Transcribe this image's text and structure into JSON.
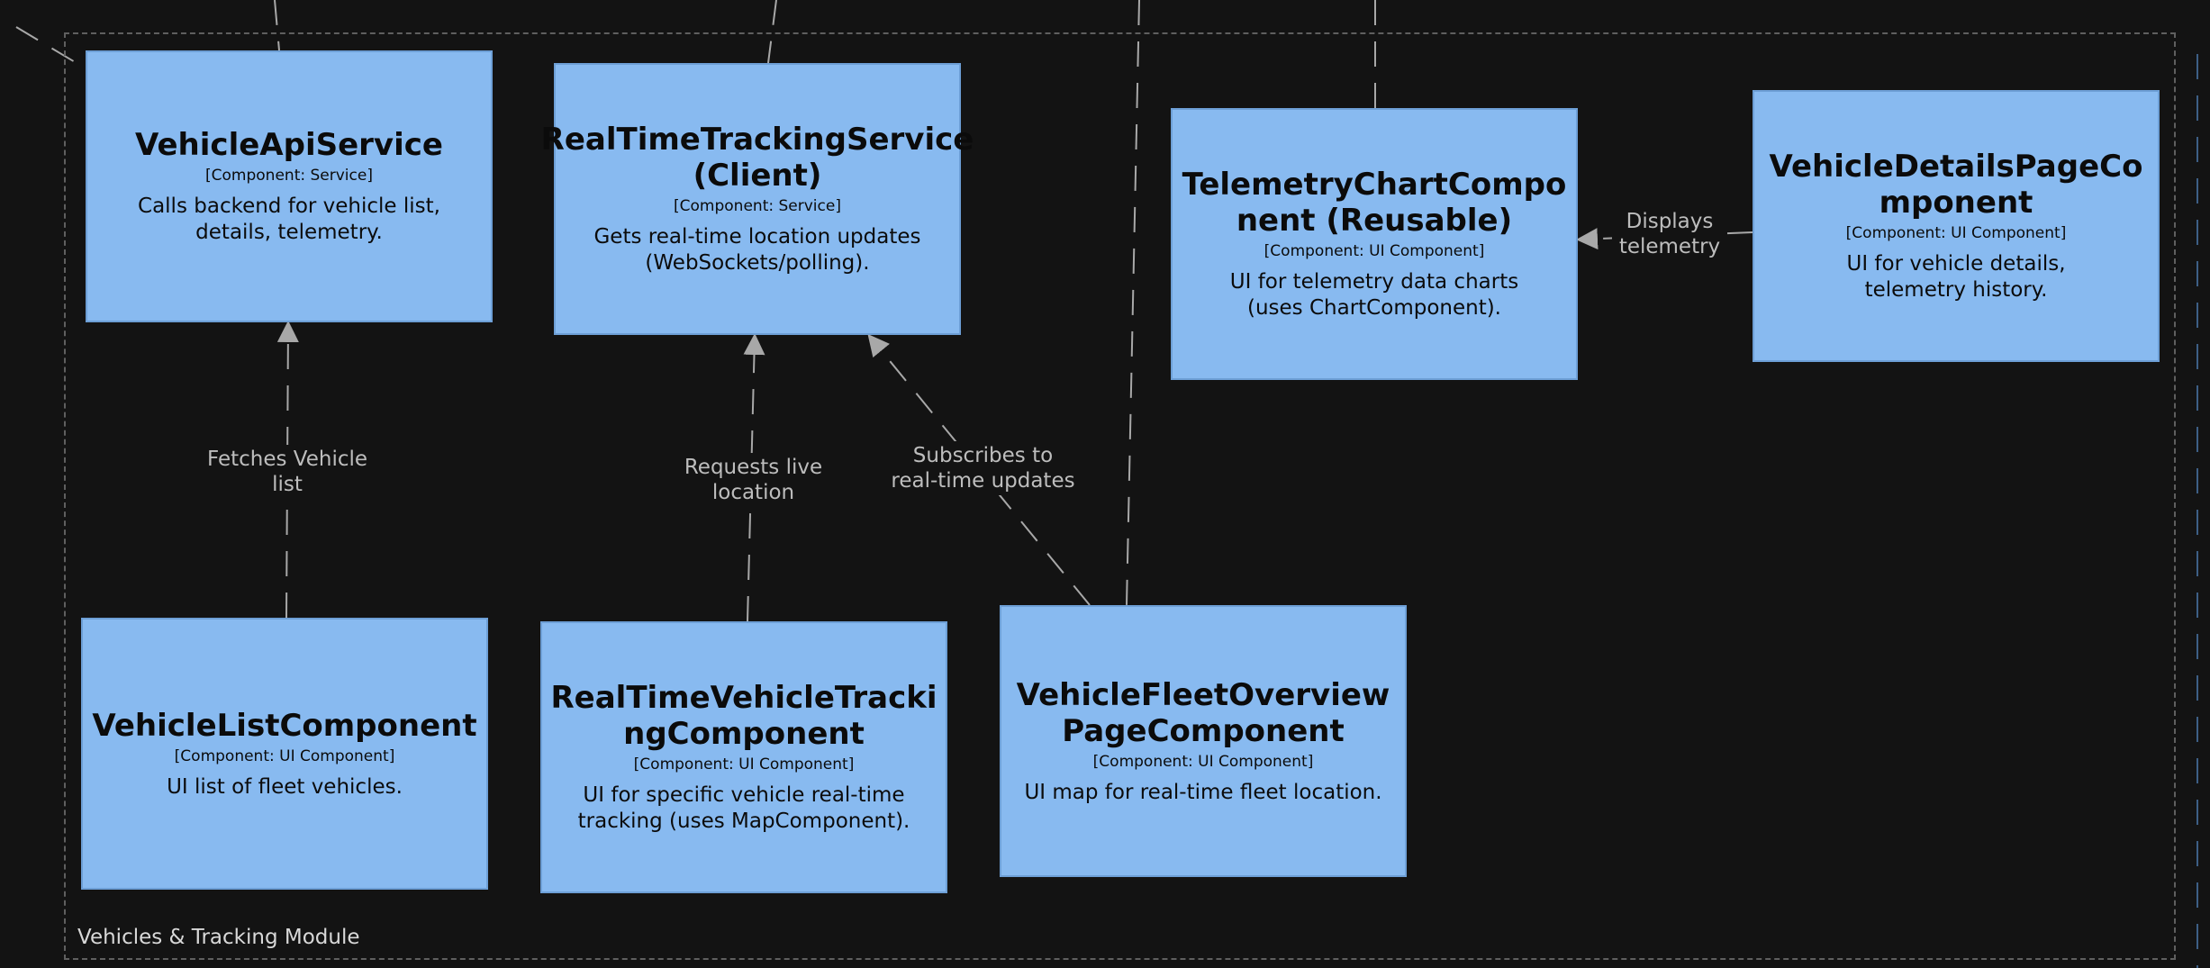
{
  "boundary": {
    "label": "Vehicles & Tracking Module"
  },
  "components": [
    {
      "id": "vehicle-api-service",
      "name": "VehicleApiService",
      "type": "[Component: Service]",
      "description": "Calls backend for vehicle list, details, telemetry."
    },
    {
      "id": "realtime-tracking-service",
      "name": "RealTimeTrackingService (Client)",
      "type": "[Component: Service]",
      "description": "Gets real-time location updates (WebSockets/polling)."
    },
    {
      "id": "telemetry-chart-component",
      "name": "TelemetryChartComponent (Reusable)",
      "type": "[Component: UI Component]",
      "description": "UI for telemetry data charts (uses ChartComponent)."
    },
    {
      "id": "vehicle-details-page-component",
      "name": "VehicleDetailsPageComponent",
      "type": "[Component: UI Component]",
      "description": "UI for vehicle details, telemetry history."
    },
    {
      "id": "vehicle-list-component",
      "name": "VehicleListComponent",
      "type": "[Component: UI Component]",
      "description": "UI list of fleet vehicles."
    },
    {
      "id": "realtime-vehicle-tracking-component",
      "name": "RealTimeVehicleTrackingComponent",
      "type": "[Component: UI Component]",
      "description": "UI for specific vehicle real-time tracking (uses MapComponent)."
    },
    {
      "id": "vehicle-fleet-overview-page-component",
      "name": "VehicleFleetOverviewPageComponent",
      "type": "[Component: UI Component]",
      "description": "UI map for real-time fleet location."
    }
  ],
  "relationships": [
    {
      "from": "vehicle-list-component",
      "to": "vehicle-api-service",
      "label": "Fetches Vehicle list"
    },
    {
      "from": "realtime-vehicle-tracking-component",
      "to": "realtime-tracking-service",
      "label": "Requests live location"
    },
    {
      "from": "vehicle-fleet-overview-page-component",
      "to": "realtime-tracking-service",
      "label": "Subscribes to real-time updates"
    },
    {
      "from": "vehicle-details-page-component",
      "to": "telemetry-chart-component",
      "label": "Displays telemetry"
    }
  ],
  "colors": {
    "background": "#131313",
    "component_fill": "#88baf0",
    "edge": "#a8a8a8",
    "boundary": "#5f5f5f"
  }
}
